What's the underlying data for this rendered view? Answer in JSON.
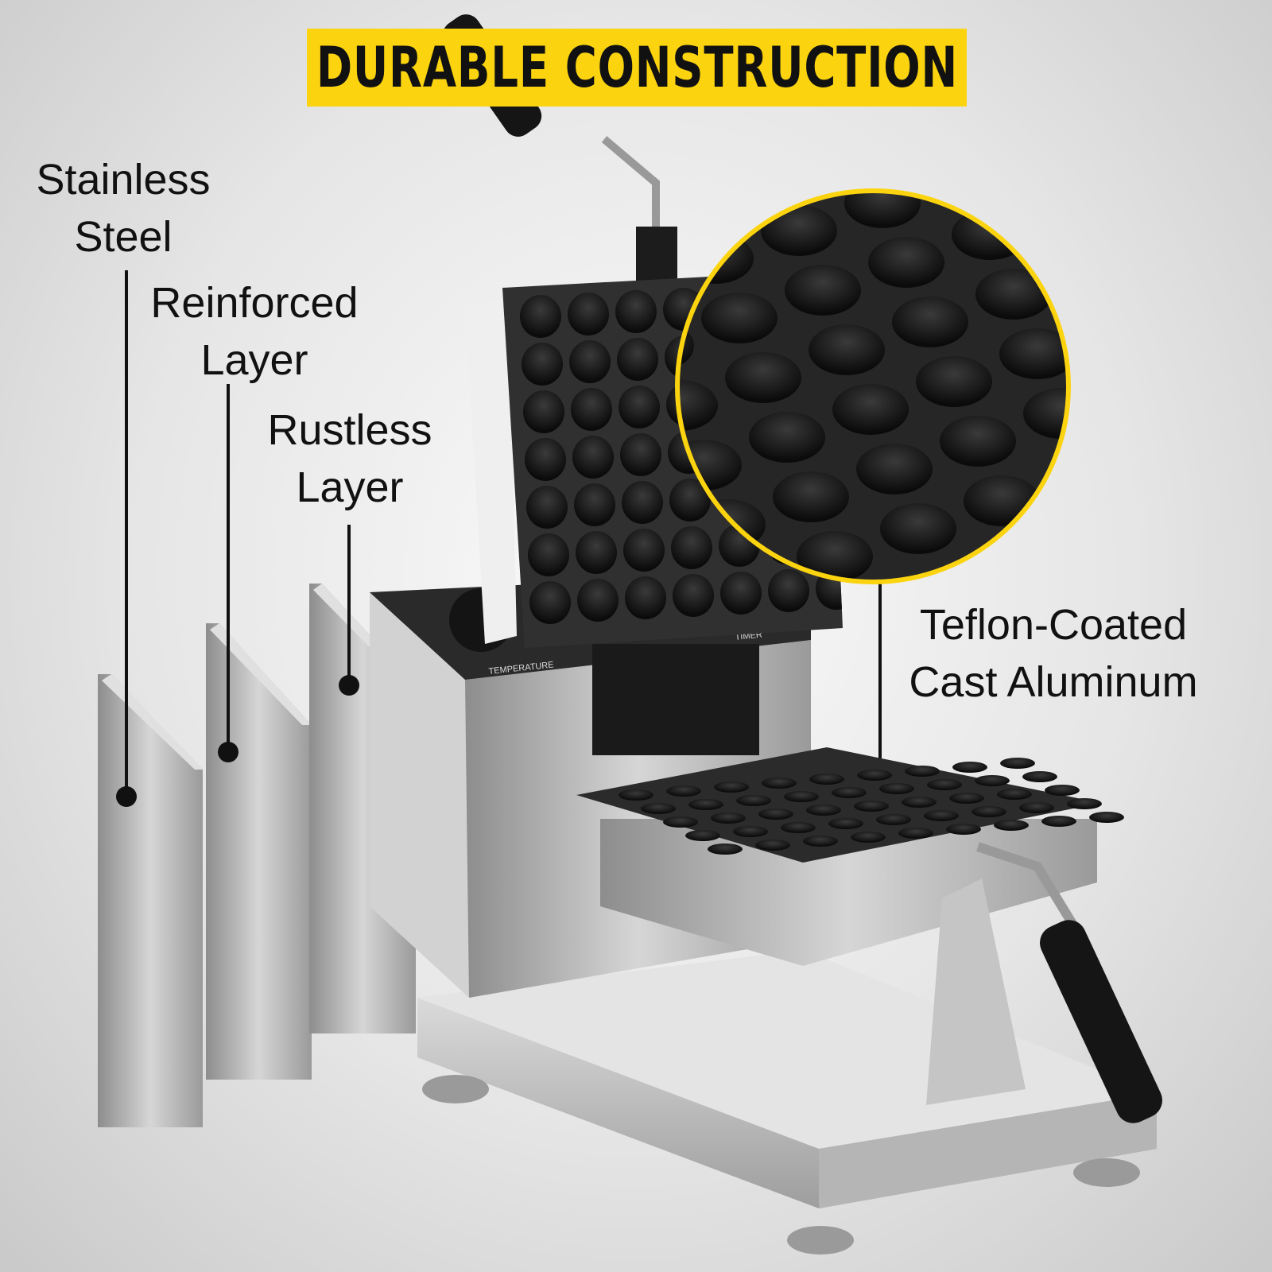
{
  "title": "DURABLE CONSTRUCTION",
  "labels": {
    "stainless_steel": [
      "Stainless",
      "Steel"
    ],
    "reinforced_layer": [
      "Reinforced",
      "Layer"
    ],
    "rustless_layer": [
      "Rustless",
      "Layer"
    ],
    "teflon": [
      "Teflon-Coated",
      "Cast Aluminum"
    ]
  },
  "panel": {
    "temperature_label": "TEMPERATURE",
    "timer_label": "TIMER"
  },
  "colors": {
    "accent": "#fbd40f",
    "text": "#111111",
    "plate": "#1c1c1c",
    "steel": "#b8b8b8"
  }
}
